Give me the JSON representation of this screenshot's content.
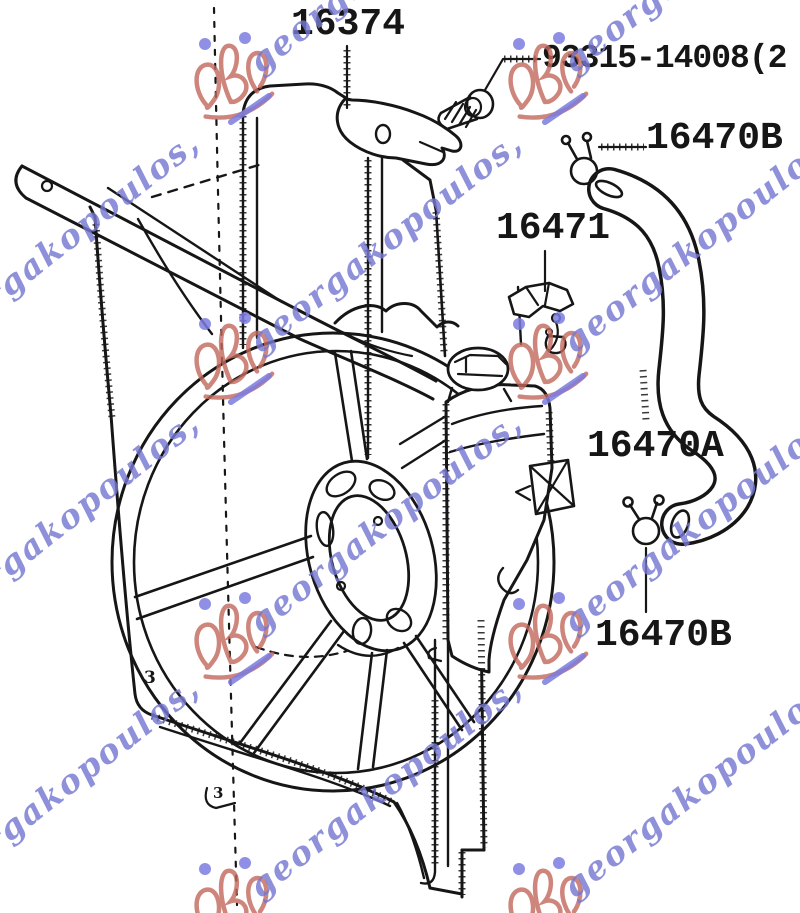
{
  "diagram": {
    "labels": [
      {
        "id": "shroud",
        "text": "16374"
      },
      {
        "id": "screw",
        "text": "93315-14008(2"
      },
      {
        "id": "clamp_top",
        "text": "16470B"
      },
      {
        "id": "reservoir_cap",
        "text": "16471"
      },
      {
        "id": "hose",
        "text": "16470A"
      },
      {
        "id": "clamp_bottom",
        "text": "16470B"
      }
    ],
    "panel_marks": [
      "3",
      "3"
    ]
  },
  "watermark": {
    "text": "georgakopoulos,",
    "stamp_color": "#c2685c",
    "dot_color": "#7b7de0",
    "text_color": "#7678d2",
    "positions": [
      [
        228,
        78
      ],
      [
        542,
        78
      ],
      [
        -95,
        358
      ],
      [
        228,
        358
      ],
      [
        542,
        358
      ],
      [
        -95,
        638
      ],
      [
        228,
        638
      ],
      [
        542,
        638
      ],
      [
        -95,
        903
      ],
      [
        228,
        903
      ],
      [
        542,
        903
      ]
    ]
  },
  "colors": {
    "background": "#ffffff",
    "line": "#161616"
  }
}
